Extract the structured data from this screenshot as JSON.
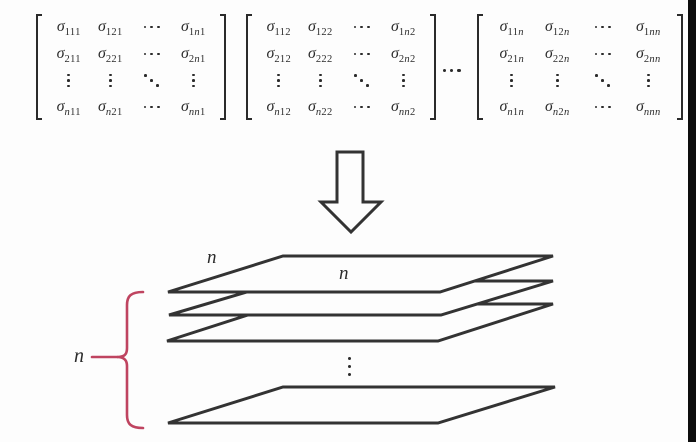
{
  "sigma": "σ",
  "matrices": [
    {
      "name": "frontal-slice-1",
      "rows": [
        [
          {
            "sub": "111"
          },
          {
            "sub": "121"
          },
          {
            "dots": "cdots"
          },
          {
            "sub": "1n1"
          }
        ],
        [
          {
            "sub": "211"
          },
          {
            "sub": "221"
          },
          {
            "dots": "cdots"
          },
          {
            "sub": "2n1"
          }
        ],
        [
          {
            "dots": "vdots"
          },
          {
            "dots": "vdots"
          },
          {
            "dots": "ddots"
          },
          {
            "dots": "vdots"
          }
        ],
        [
          {
            "sub": "n11"
          },
          {
            "sub": "n21"
          },
          {
            "dots": "cdots"
          },
          {
            "sub": "nn1"
          }
        ]
      ]
    },
    {
      "name": "frontal-slice-2",
      "rows": [
        [
          {
            "sub": "112"
          },
          {
            "sub": "122"
          },
          {
            "dots": "cdots"
          },
          {
            "sub": "1n2"
          }
        ],
        [
          {
            "sub": "212"
          },
          {
            "sub": "222"
          },
          {
            "dots": "cdots"
          },
          {
            "sub": "2n2"
          }
        ],
        [
          {
            "dots": "vdots"
          },
          {
            "dots": "vdots"
          },
          {
            "dots": "ddots"
          },
          {
            "dots": "vdots"
          }
        ],
        [
          {
            "sub": "n12"
          },
          {
            "sub": "n22"
          },
          {
            "dots": "cdots"
          },
          {
            "sub": "nn2"
          }
        ]
      ]
    },
    {
      "name": "frontal-slice-n",
      "rows": [
        [
          {
            "sub": "11n"
          },
          {
            "sub": "12n"
          },
          {
            "dots": "cdots"
          },
          {
            "sub": "1nn"
          }
        ],
        [
          {
            "sub": "21n"
          },
          {
            "sub": "22n"
          },
          {
            "dots": "cdots"
          },
          {
            "sub": "2nn"
          }
        ],
        [
          {
            "dots": "vdots"
          },
          {
            "dots": "vdots"
          },
          {
            "dots": "ddots"
          },
          {
            "dots": "vdots"
          }
        ],
        [
          {
            "sub": "n1n"
          },
          {
            "sub": "n2n"
          },
          {
            "dots": "cdots"
          },
          {
            "sub": "nnn"
          }
        ]
      ]
    }
  ],
  "between_matrices_dots": "cdots",
  "stack": {
    "slant_label": "n",
    "top_label": "n",
    "brace_label": "n",
    "hidden_slices_dots": "vdots",
    "visible_planes": 4
  },
  "colors": {
    "line": "#333333",
    "text": "#2b2b2b",
    "brace": "#bf4460",
    "edge_bar": "#0d0d0d",
    "background": "#fdfdfd"
  }
}
